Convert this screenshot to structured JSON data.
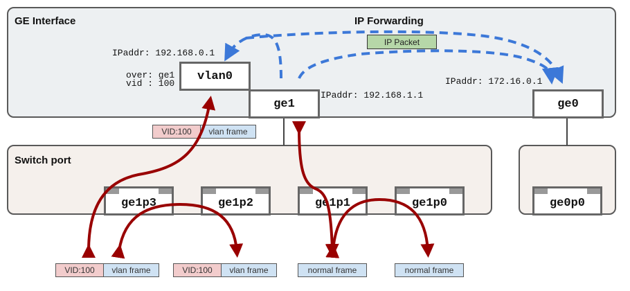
{
  "panels": {
    "ge_interface": {
      "title": "GE Interface",
      "subtitle": "IP Forwarding"
    },
    "switch_port": {
      "title": "Switch port"
    }
  },
  "interfaces": {
    "vlan0": {
      "label": "vlan0",
      "ipaddr": "IPaddr: 192.168.0.1",
      "over": "over: ge1",
      "vid": "vid : 100"
    },
    "ge1": {
      "label": "ge1",
      "ipaddr": "IPaddr: 192.168.1.1"
    },
    "ge0": {
      "label": "ge0",
      "ipaddr": "IPaddr: 172.16.0.1"
    }
  },
  "ports": [
    {
      "label": "ge1p3"
    },
    {
      "label": "ge1p2"
    },
    {
      "label": "ge1p1"
    },
    {
      "label": "ge1p0"
    },
    {
      "label": "ge0p0"
    }
  ],
  "ip_packet": {
    "label": "IP Packet"
  },
  "frames": {
    "vlan_upper": {
      "vid": "VID:100",
      "body": "vlan frame"
    },
    "vlan_ge1p3": {
      "vid": "VID:100",
      "body": "vlan frame"
    },
    "vlan_ge1p2": {
      "vid": "VID:100",
      "body": "vlan frame"
    },
    "normal_ge1p1": {
      "body": "normal frame"
    },
    "normal_ge1p0": {
      "body": "normal frame"
    }
  },
  "colors": {
    "ip_flow": "#3c78d8",
    "frame_flow": "#990000",
    "vid_tag": "#f2cccc",
    "frame_body": "#cfe2f3",
    "ip_packet": "#b6d7a8"
  }
}
